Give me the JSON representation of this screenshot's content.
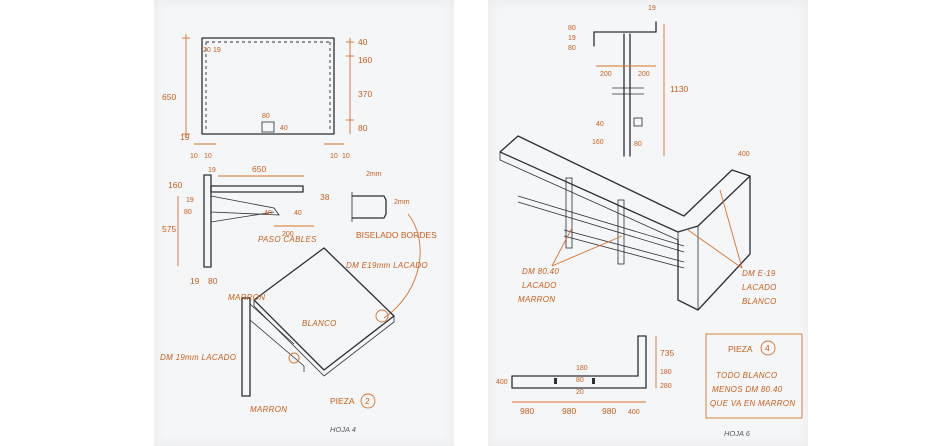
{
  "left_sheet": {
    "top_view": {
      "dims_left": "650",
      "dims_top": [
        "20",
        "19"
      ],
      "dims_right": [
        "40",
        "160",
        "370",
        "80"
      ],
      "dims_bottom_left": [
        "19",
        "10",
        "10"
      ],
      "dims_bottom_right": [
        "10",
        "10"
      ],
      "dims_center": [
        "80",
        "40"
      ]
    },
    "side_view": {
      "dims": [
        "160",
        "19",
        "650",
        "19",
        "80",
        "38",
        "575",
        "40",
        "40",
        "200",
        "19",
        "80"
      ]
    },
    "detail": {
      "dims": [
        "2mm",
        "2mm"
      ],
      "label": "BISELADO BORDES"
    },
    "iso_notes": {
      "paso_cables": "PASO CABLES",
      "dm_top": "DM E19mm LACADO",
      "marron_top": "MARRON",
      "blanco": "BLANCO",
      "dm_bottom": "DM 19mm LACADO",
      "marron_bottom": "MARRON"
    },
    "pieza_label": "PIEZA",
    "pieza_number": "2",
    "footer": "HOJA 4"
  },
  "right_sheet": {
    "profile_dims": [
      "19",
      "80",
      "19",
      "80",
      "200",
      "200",
      "1130",
      "40",
      "160",
      "80"
    ],
    "iso_dims": [
      "400"
    ],
    "notes": {
      "dm_80_40": "DM 80.40",
      "lacado_marron_1": "LACADO",
      "lacado_marron_2": "MARRON",
      "dm_e19": "DM E-19",
      "lacado_blanco_1": "LACADO",
      "lacado_blanco_2": "BLANCO"
    },
    "plan_dims": [
      "400",
      "980",
      "980",
      "980",
      "400",
      "735",
      "180",
      "280",
      "180",
      "80",
      "20"
    ],
    "pieza_label": "PIEZA",
    "pieza_number": "4",
    "box_lines": [
      "TODO BLANCO",
      "MENOS DM 80.40",
      "QUE VA EN MARRON"
    ],
    "footer": "HOJA 6"
  }
}
